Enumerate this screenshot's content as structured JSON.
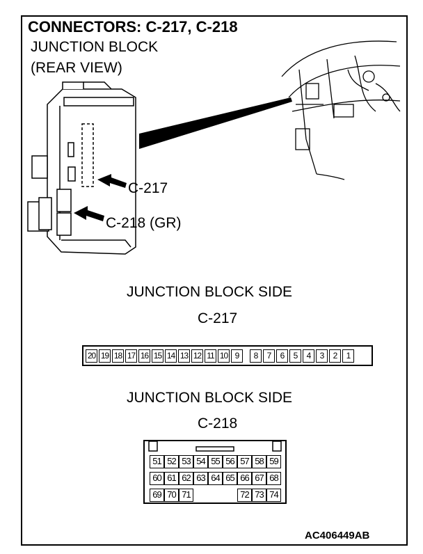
{
  "title": "CONNECTORS: C-217, C-218",
  "subtitle_line1": "JUNCTION BLOCK",
  "subtitle_line2": "(REAR VIEW)",
  "callouts": {
    "c217": "C-217",
    "c218": "C-218 (GR)"
  },
  "connector_c217": {
    "side_label": "JUNCTION BLOCK SIDE",
    "name": "C-217",
    "pins": [
      "20",
      "19",
      "18",
      "17",
      "16",
      "15",
      "14",
      "13",
      "12",
      "11",
      "10",
      "9",
      "8",
      "7",
      "6",
      "5",
      "4",
      "3",
      "2",
      "1"
    ]
  },
  "connector_c218": {
    "side_label": "JUNCTION BLOCK SIDE",
    "name": "C-218",
    "rows": [
      [
        "51",
        "52",
        "53",
        "54",
        "55",
        "56",
        "57",
        "58",
        "59"
      ],
      [
        "60",
        "61",
        "62",
        "63",
        "64",
        "65",
        "66",
        "67",
        "68"
      ],
      [
        "69",
        "70",
        "71",
        "",
        "",
        "",
        "72",
        "73",
        "74"
      ]
    ]
  },
  "figure_code": "AC406449AB"
}
